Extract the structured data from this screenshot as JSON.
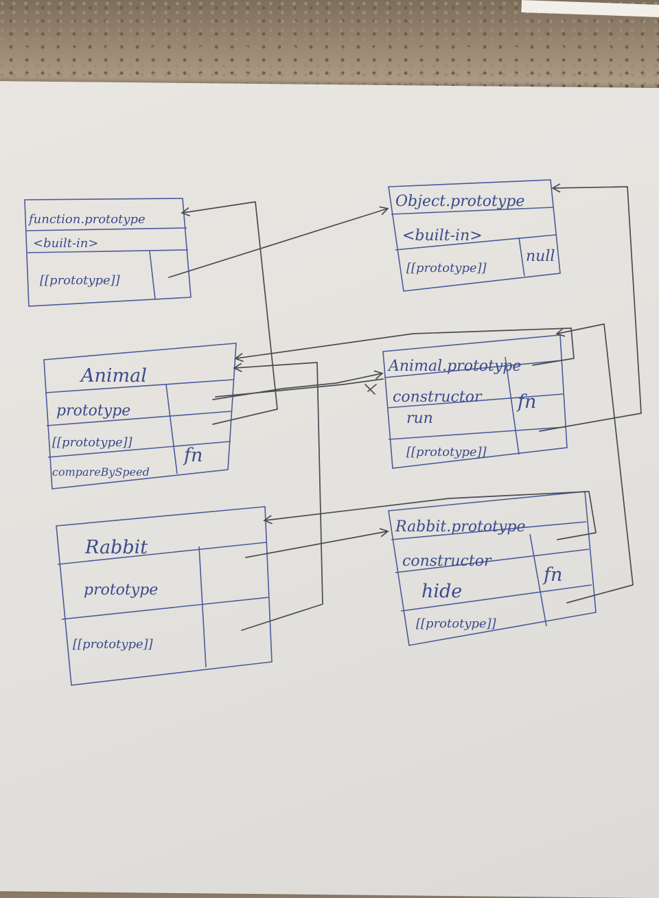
{
  "boxes": {
    "function_prototype": {
      "title": "function.prototype",
      "builtin": "<built-in>",
      "proto": "[[prototype]]"
    },
    "object_prototype": {
      "title": "Object.prototype",
      "builtin": "<built-in>",
      "proto": "[[prototype]]",
      "proto_value": "null"
    },
    "animal": {
      "title": "Animal",
      "prototype": "prototype",
      "proto": "[[prototype]]",
      "method": "compareBySpeed",
      "method_value": "fn"
    },
    "animal_prototype": {
      "title": "Animal.prototype",
      "constructor": "constructor",
      "method": "run",
      "method_value": "fn",
      "proto": "[[prototype]]"
    },
    "rabbit": {
      "title": "Rabbit",
      "prototype": "prototype",
      "proto": "[[prototype]]"
    },
    "rabbit_prototype": {
      "title": "Rabbit.prototype",
      "constructor": "constructor",
      "method": "hide",
      "method_value": "fn",
      "proto": "[[prototype]]"
    }
  },
  "colors": {
    "ink_blue": "#3b4b8c",
    "pencil": "#4a4a52",
    "paper": "#e6e4e0"
  }
}
